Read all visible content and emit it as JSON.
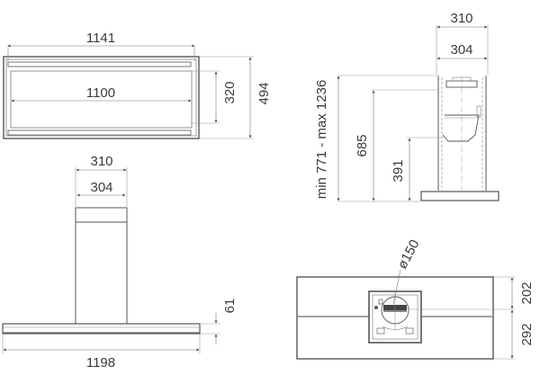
{
  "drawing": {
    "top_view": {
      "width_outer": "1141",
      "width_inner": "1100",
      "height_inner": "320",
      "height_outer": "494"
    },
    "side_view": {
      "width_outer": "310",
      "width_inner": "304",
      "height_range": "min 771 - max 1236",
      "height_mid": "685",
      "height_low": "391"
    },
    "front_view": {
      "chimney_outer": "310",
      "chimney_inner": "304",
      "canopy_thickness": "61",
      "canopy_width": "1198"
    },
    "bottom_view": {
      "duct_diameter": "ø150",
      "depth_front": "202",
      "depth_back": "292"
    }
  },
  "colors": {
    "line": "#555555",
    "dim_line": "#888888",
    "text": "#3a3a3a"
  }
}
